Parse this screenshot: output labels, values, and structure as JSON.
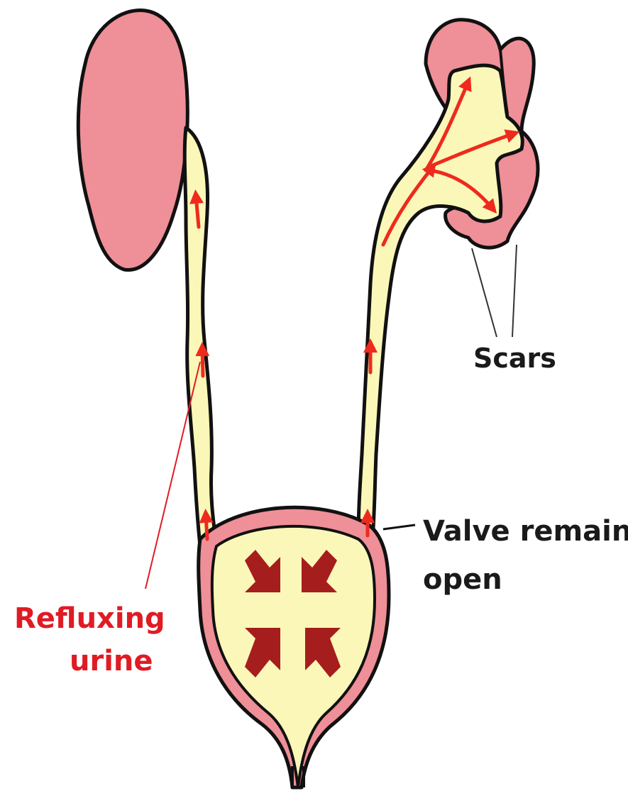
{
  "labels": {
    "scars": "Scars",
    "valve_line1": "Valve remains",
    "valve_line2": "open",
    "reflux_line1": "Refluxing",
    "reflux_line2": "urine"
  },
  "colors": {
    "kidney_fill": "#ef8f98",
    "urine_fill": "#fbf7b8",
    "outline": "#111111",
    "flow_arrow": "#ee2a1e",
    "pressure_arrow": "#a61d1d",
    "reflux_label": "#e01b24",
    "text": "#1a1a1a"
  }
}
